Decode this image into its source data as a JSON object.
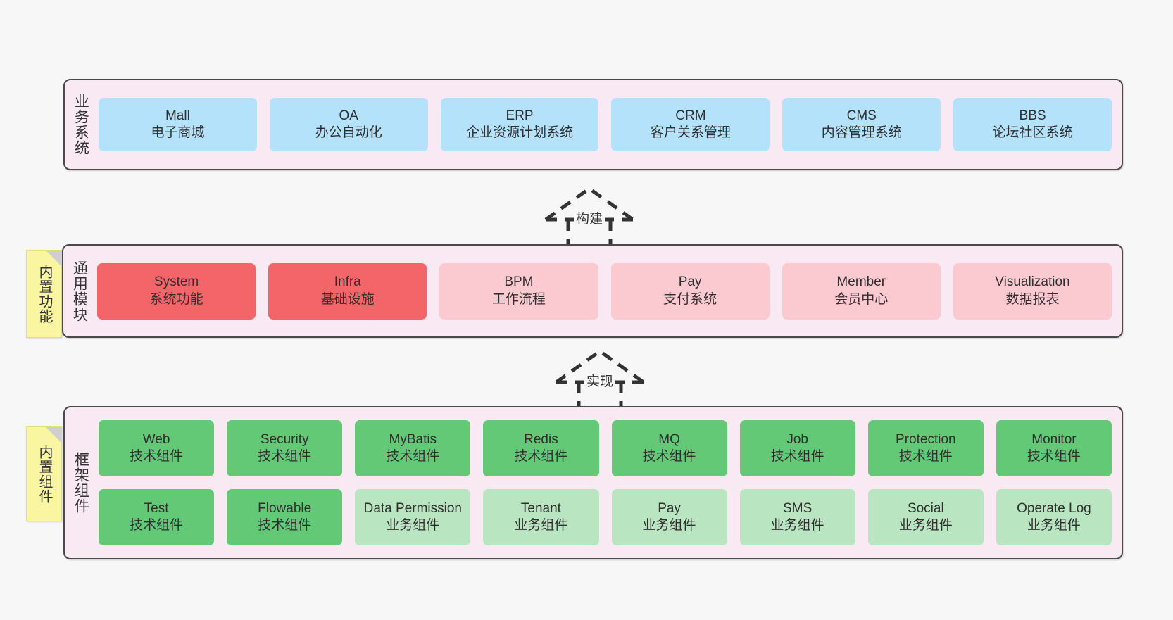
{
  "page": {
    "background": "#f7f7f7",
    "panel_bg": "#f8e9f3",
    "panel_border": "#4a4a4a",
    "note_bg": "#faf5a0"
  },
  "layers": [
    {
      "key": "business",
      "title": "业务系统",
      "rows": [
        [
          {
            "en": "Mall",
            "cn": "电子商城",
            "color": "#b5e2fb",
            "style": "blue"
          },
          {
            "en": "OA",
            "cn": "办公自动化",
            "color": "#b5e2fb",
            "style": "blue"
          },
          {
            "en": "ERP",
            "cn": "企业资源计划系统",
            "color": "#b5e2fb",
            "style": "blue"
          },
          {
            "en": "CRM",
            "cn": "客户关系管理",
            "color": "#b5e2fb",
            "style": "blue"
          },
          {
            "en": "CMS",
            "cn": "内容管理系统",
            "color": "#b5e2fb",
            "style": "blue"
          },
          {
            "en": "BBS",
            "cn": "论坛社区系统",
            "color": "#b5e2fb",
            "style": "blue"
          }
        ]
      ]
    },
    {
      "key": "modules",
      "title": "通用模块",
      "note": "内置功能",
      "rows": [
        [
          {
            "en": "System",
            "cn": "系统功能",
            "color": "#f4656a",
            "style": "red"
          },
          {
            "en": "Infra",
            "cn": "基础设施",
            "color": "#f4656a",
            "style": "red"
          },
          {
            "en": "BPM",
            "cn": "工作流程",
            "color": "#fbc9d0",
            "style": "pink"
          },
          {
            "en": "Pay",
            "cn": "支付系统",
            "color": "#fbc9d0",
            "style": "pink"
          },
          {
            "en": "Member",
            "cn": "会员中心",
            "color": "#fbc9d0",
            "style": "pink"
          },
          {
            "en": "Visualization",
            "cn": "数据报表",
            "color": "#fbc9d0",
            "style": "pink"
          }
        ]
      ]
    },
    {
      "key": "framework",
      "title": "框架组件",
      "note": "内置组件",
      "rows": [
        [
          {
            "en": "Web",
            "cn": "技术组件",
            "color": "#63c977",
            "style": "green"
          },
          {
            "en": "Security",
            "cn": "技术组件",
            "color": "#63c977",
            "style": "green"
          },
          {
            "en": "MyBatis",
            "cn": "技术组件",
            "color": "#63c977",
            "style": "green"
          },
          {
            "en": "Redis",
            "cn": "技术组件",
            "color": "#63c977",
            "style": "green"
          },
          {
            "en": "MQ",
            "cn": "技术组件",
            "color": "#63c977",
            "style": "green"
          },
          {
            "en": "Job",
            "cn": "技术组件",
            "color": "#63c977",
            "style": "green"
          },
          {
            "en": "Protection",
            "cn": "技术组件",
            "color": "#63c977",
            "style": "green"
          },
          {
            "en": "Monitor",
            "cn": "技术组件",
            "color": "#63c977",
            "style": "green"
          }
        ],
        [
          {
            "en": "Test",
            "cn": "技术组件",
            "color": "#63c977",
            "style": "green"
          },
          {
            "en": "Flowable",
            "cn": "技术组件",
            "color": "#63c977",
            "style": "green"
          },
          {
            "en": "Data Permission",
            "cn": "业务组件",
            "color": "#b9e6c1",
            "style": "lgreen"
          },
          {
            "en": "Tenant",
            "cn": "业务组件",
            "color": "#b9e6c1",
            "style": "lgreen"
          },
          {
            "en": "Pay",
            "cn": "业务组件",
            "color": "#b9e6c1",
            "style": "lgreen"
          },
          {
            "en": "SMS",
            "cn": "业务组件",
            "color": "#b9e6c1",
            "style": "lgreen"
          },
          {
            "en": "Social",
            "cn": "业务组件",
            "color": "#b9e6c1",
            "style": "lgreen"
          },
          {
            "en": "Operate Log",
            "cn": "业务组件",
            "color": "#b9e6c1",
            "style": "lgreen"
          }
        ]
      ]
    }
  ],
  "arrows": [
    {
      "key": "build",
      "label": "构建"
    },
    {
      "key": "implement",
      "label": "实现"
    }
  ]
}
